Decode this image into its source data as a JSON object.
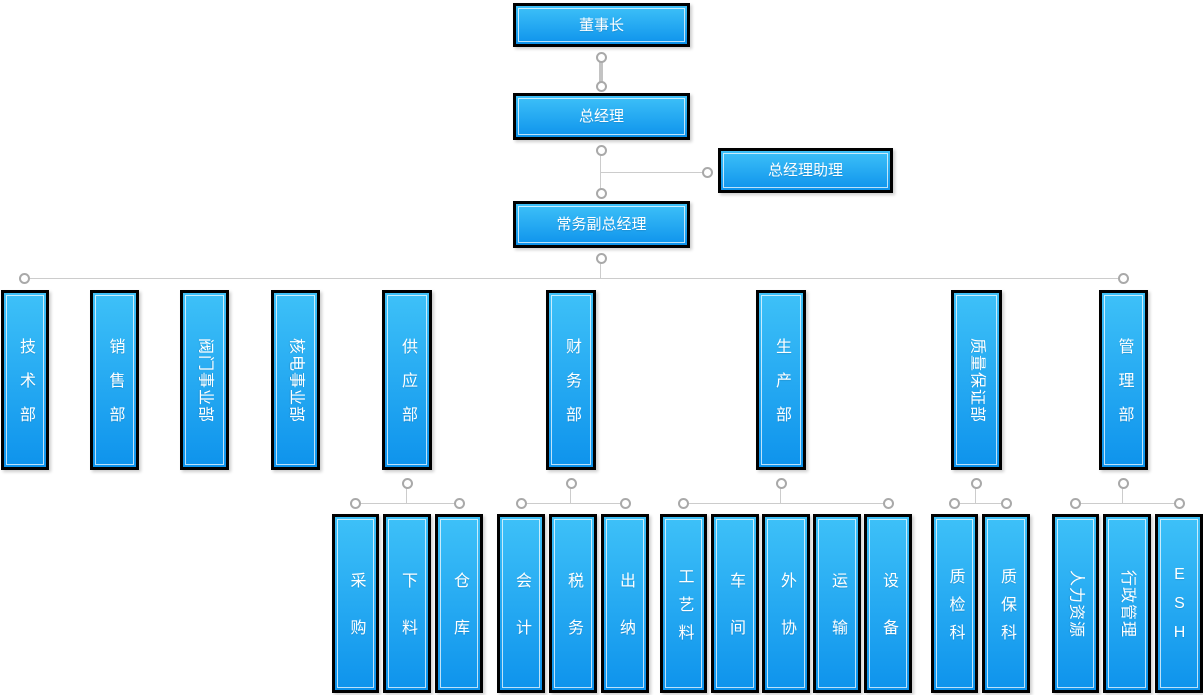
{
  "org": {
    "chairman": {
      "label": "董事长"
    },
    "general_manager": {
      "label": "总经理"
    },
    "gm_assistant": {
      "label": "总经理助理"
    },
    "executive_deputy_gm": {
      "label": "常务副总经理"
    },
    "departments": [
      {
        "id": "tech",
        "label": "技术部",
        "sections": []
      },
      {
        "id": "sales",
        "label": "销售部",
        "sections": []
      },
      {
        "id": "valve-division",
        "label": "阀门事业部",
        "sections": []
      },
      {
        "id": "nuclear-division",
        "label": "核电事业部",
        "sections": []
      },
      {
        "id": "supply",
        "label": "供应部",
        "sections": [
          {
            "label": "采购"
          },
          {
            "label": "下料"
          },
          {
            "label": "仓库"
          }
        ]
      },
      {
        "id": "finance",
        "label": "财务部",
        "sections": [
          {
            "label": "会计"
          },
          {
            "label": "税务"
          },
          {
            "label": "出纳"
          }
        ]
      },
      {
        "id": "production",
        "label": "生产部",
        "sections": [
          {
            "label": "工艺料"
          },
          {
            "label": "车间"
          },
          {
            "label": "外协"
          },
          {
            "label": "运输"
          },
          {
            "label": "设备"
          }
        ]
      },
      {
        "id": "quality-assurance",
        "label": "质量保证部",
        "sections": [
          {
            "label": "质检科"
          },
          {
            "label": "质保科"
          }
        ]
      },
      {
        "id": "management",
        "label": "管理部",
        "sections": [
          {
            "label": "人力资源"
          },
          {
            "label": "行政管理"
          },
          {
            "label": "ESH"
          }
        ]
      }
    ]
  },
  "colors": {
    "background": "#ffffff",
    "node_fill_top": "#3ec1f8",
    "node_fill_bottom": "#0e93ec",
    "node_border": "#000000",
    "node_text": "#ffffff",
    "connector_line": "#cccccc",
    "connector_joint_border": "#a9a9a9",
    "connector_joint_fill": "#ffffff"
  }
}
